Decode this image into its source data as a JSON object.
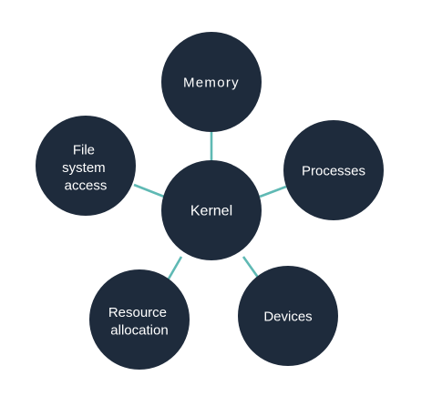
{
  "colors": {
    "node_fill": "#1e2b3c",
    "connector": "#5fb9b4",
    "label_text": "#ffffff",
    "background": "#ffffff"
  },
  "diagram": {
    "center": {
      "label_lines": [
        "Kernel"
      ]
    },
    "satellites": [
      {
        "key": "memory",
        "label_lines": [
          "Memory"
        ]
      },
      {
        "key": "processes",
        "label_lines": [
          "Processes"
        ]
      },
      {
        "key": "devices",
        "label_lines": [
          "Devices"
        ]
      },
      {
        "key": "resource-allocation",
        "label_lines": [
          "Resource",
          "allocation"
        ]
      },
      {
        "key": "file-system-access",
        "label_lines": [
          "File",
          "system",
          "access"
        ]
      }
    ]
  }
}
